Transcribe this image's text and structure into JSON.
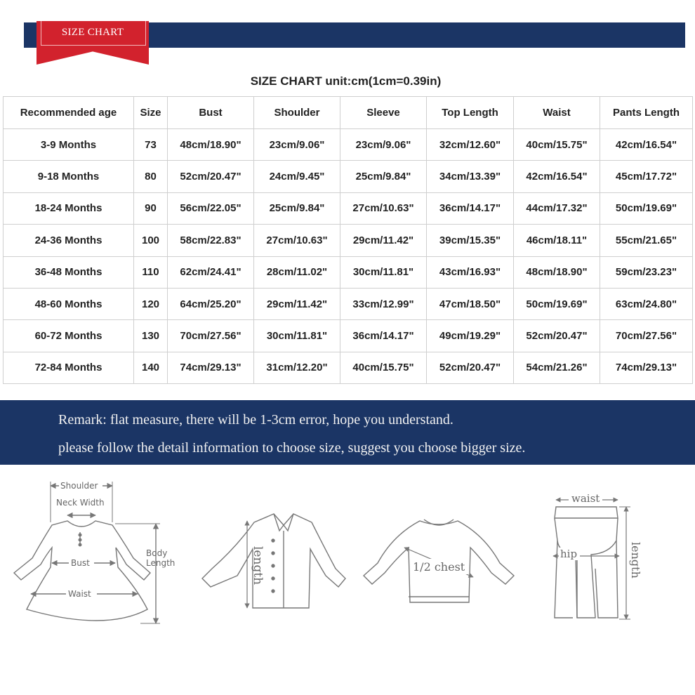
{
  "banner": {
    "label": "SIZE CHART"
  },
  "chart_title": "SIZE CHART unit:cm(1cm=0.39in)",
  "table": {
    "headers": [
      "Recommended age",
      "Size",
      "Bust",
      "Shoulder",
      "Sleeve",
      "Top Length",
      "Waist",
      "Pants Length"
    ],
    "rows": [
      [
        "3-9 Months",
        "73",
        "48cm/18.90\"",
        "23cm/9.06\"",
        "23cm/9.06\"",
        "32cm/12.60\"",
        "40cm/15.75\"",
        "42cm/16.54\""
      ],
      [
        "9-18 Months",
        "80",
        "52cm/20.47\"",
        "24cm/9.45\"",
        "25cm/9.84\"",
        "34cm/13.39\"",
        "42cm/16.54\"",
        "45cm/17.72\""
      ],
      [
        "18-24 Months",
        "90",
        "56cm/22.05\"",
        "25cm/9.84\"",
        "27cm/10.63\"",
        "36cm/14.17\"",
        "44cm/17.32\"",
        "50cm/19.69\""
      ],
      [
        "24-36 Months",
        "100",
        "58cm/22.83\"",
        "27cm/10.63\"",
        "29cm/11.42\"",
        "39cm/15.35\"",
        "46cm/18.11\"",
        "55cm/21.65\""
      ],
      [
        "36-48 Months",
        "110",
        "62cm/24.41\"",
        "28cm/11.02\"",
        "30cm/11.81\"",
        "43cm/16.93\"",
        "48cm/18.90\"",
        "59cm/23.23\""
      ],
      [
        "48-60 Months",
        "120",
        "64cm/25.20\"",
        "29cm/11.42\"",
        "33cm/12.99\"",
        "47cm/18.50\"",
        "50cm/19.69\"",
        "63cm/24.80\""
      ],
      [
        "60-72 Months",
        "130",
        "70cm/27.56\"",
        "30cm/11.81\"",
        "36cm/14.17\"",
        "49cm/19.29\"",
        "52cm/20.47\"",
        "70cm/27.56\""
      ],
      [
        "72-84 Months",
        "140",
        "74cm/29.13\"",
        "31cm/12.20\"",
        "40cm/15.75\"",
        "52cm/20.47\"",
        "54cm/21.26\"",
        "74cm/29.13\""
      ]
    ]
  },
  "remark": {
    "line1": "Remark: flat measure, there will be 1-3cm error, hope you understand.",
    "line2": "please follow the detail information to choose size, suggest you choose bigger size."
  },
  "diagrams": {
    "dress": {
      "shoulder": "Shoulder",
      "neck_width": "Neck Width",
      "bust": "Bust",
      "waist": "Waist",
      "body": "Body",
      "length": "Length"
    },
    "shirt": {
      "length": "length"
    },
    "sweater": {
      "chest": "1/2 chest"
    },
    "pants": {
      "waist": "waist",
      "hip": "hip",
      "length": "length"
    }
  },
  "colors": {
    "navy": "#1b3565",
    "ribbon_red": "#d2222d",
    "grid": "#cfcfcf"
  }
}
